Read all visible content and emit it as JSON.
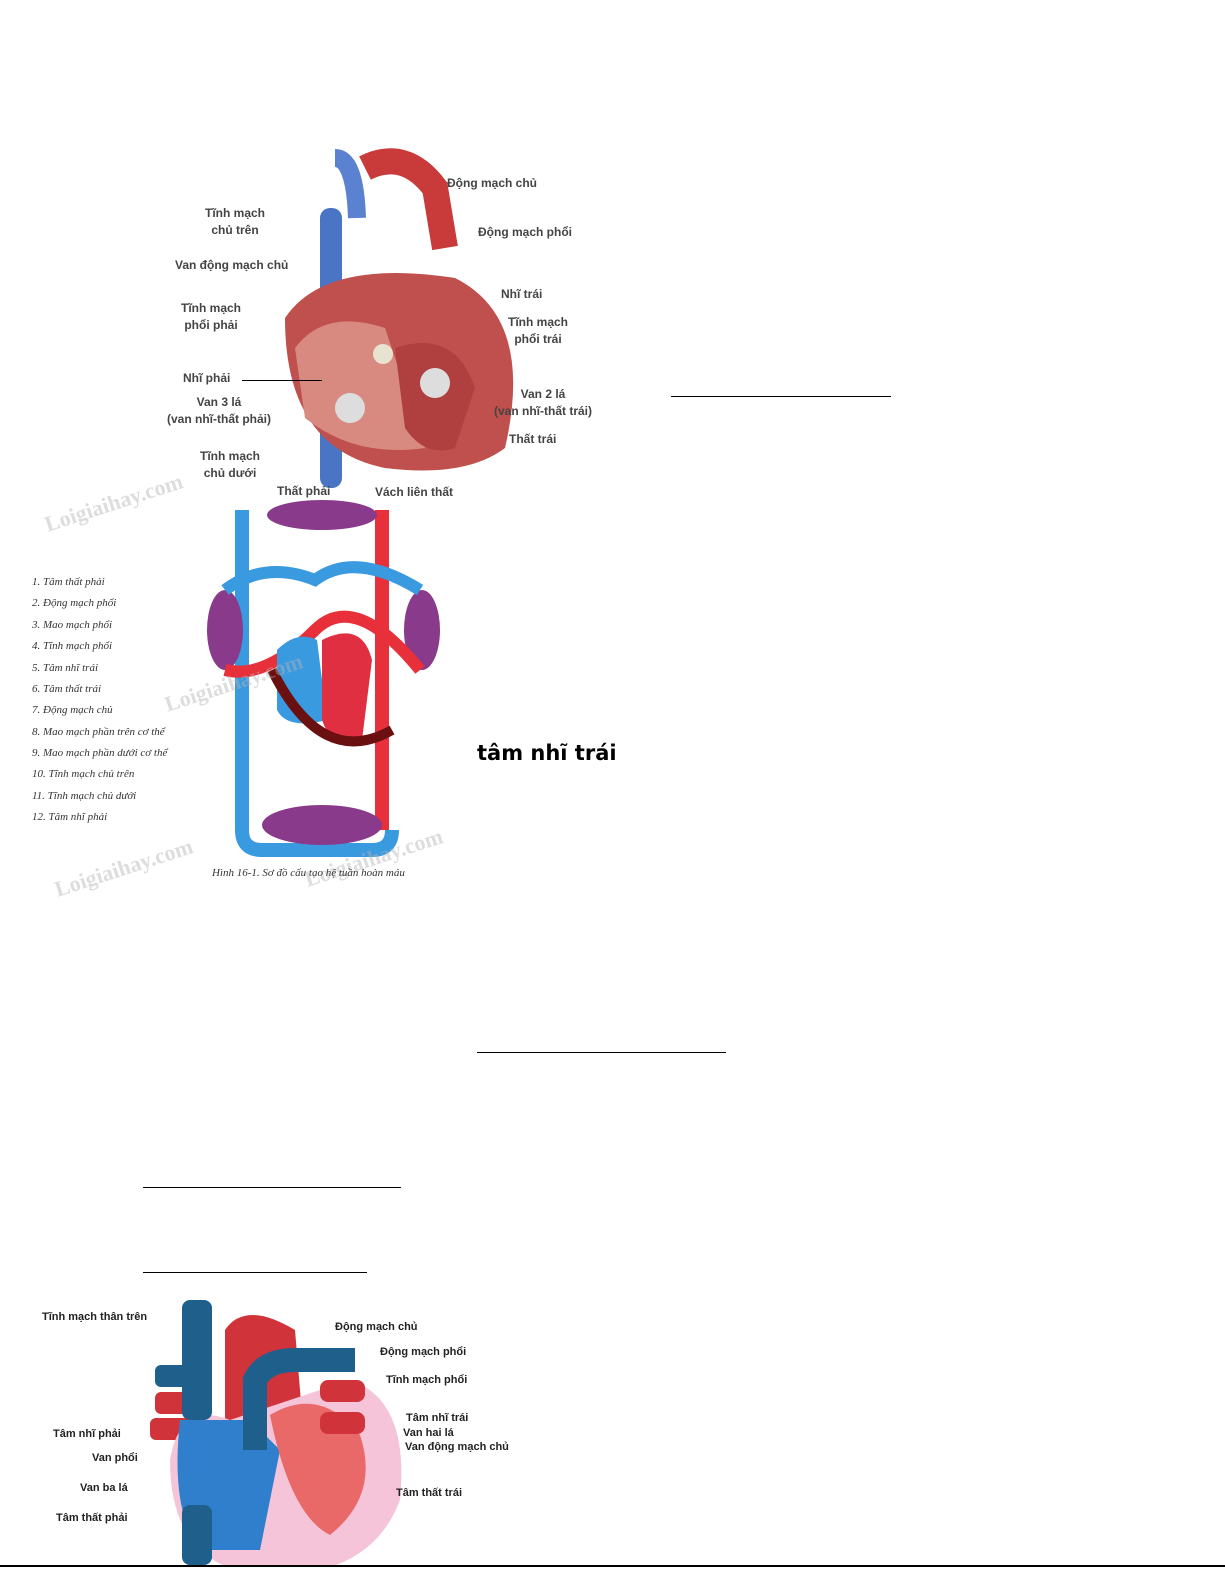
{
  "figure1": {
    "labels": {
      "aorta": "Động mạch chủ",
      "svc": [
        "Tĩnh mạch",
        "chủ trên"
      ],
      "pulm_artery": "Động mạch phổi",
      "aortic_valve": "Van động mạch chủ",
      "left_atrium": "Nhĩ trái",
      "rpv": [
        "Tĩnh mạch",
        "phổi phải"
      ],
      "lpv": [
        "Tĩnh mạch",
        "phổi trái"
      ],
      "right_atrium": "Nhĩ phải",
      "mitral": [
        "Van 2 lá",
        "(van nhĩ-thất trái)"
      ],
      "tricuspid": [
        "Van 3 lá",
        "(van nhĩ-thất phải)"
      ],
      "left_ventricle": "Thất trái",
      "ivc": [
        "Tĩnh mạch",
        "chủ dưới"
      ],
      "right_ventricle": "Thất phải",
      "septum": "Vách liên thất"
    }
  },
  "figure2": {
    "legend": [
      "1. Tâm thất phải",
      "2. Động mạch phổi",
      "3. Mao mạch phổi",
      "4. Tĩnh mạch phổi",
      "5. Tâm nhĩ trái",
      "6. Tâm thất trái",
      "7. Động mạch chủ",
      "8. Mao mạch phần trên cơ thể",
      "9. Mao mạch phần dưới cơ thể",
      "10. Tĩnh mạch chủ trên",
      "11. Tĩnh mạch chủ dưới",
      "12. Tâm nhĩ phải"
    ],
    "caption": "Hình 16-1. Sơ đồ cấu tạo hệ tuần hoàn máu",
    "watermark": "Loigiaihay.com"
  },
  "answer_text": "tâm nhĩ trái",
  "figure3": {
    "labels": [
      "Tĩnh mạch thân trên",
      "Động mạch chủ",
      "Động mạch phổi",
      "Tĩnh mạch phổi",
      "Tâm nhĩ trái",
      "Van hai lá",
      "Van động mạch chủ",
      "Tâm thất trái",
      "Tâm nhĩ phải",
      "Van phổi",
      "Van ba lá",
      "Tâm thất phải"
    ]
  }
}
